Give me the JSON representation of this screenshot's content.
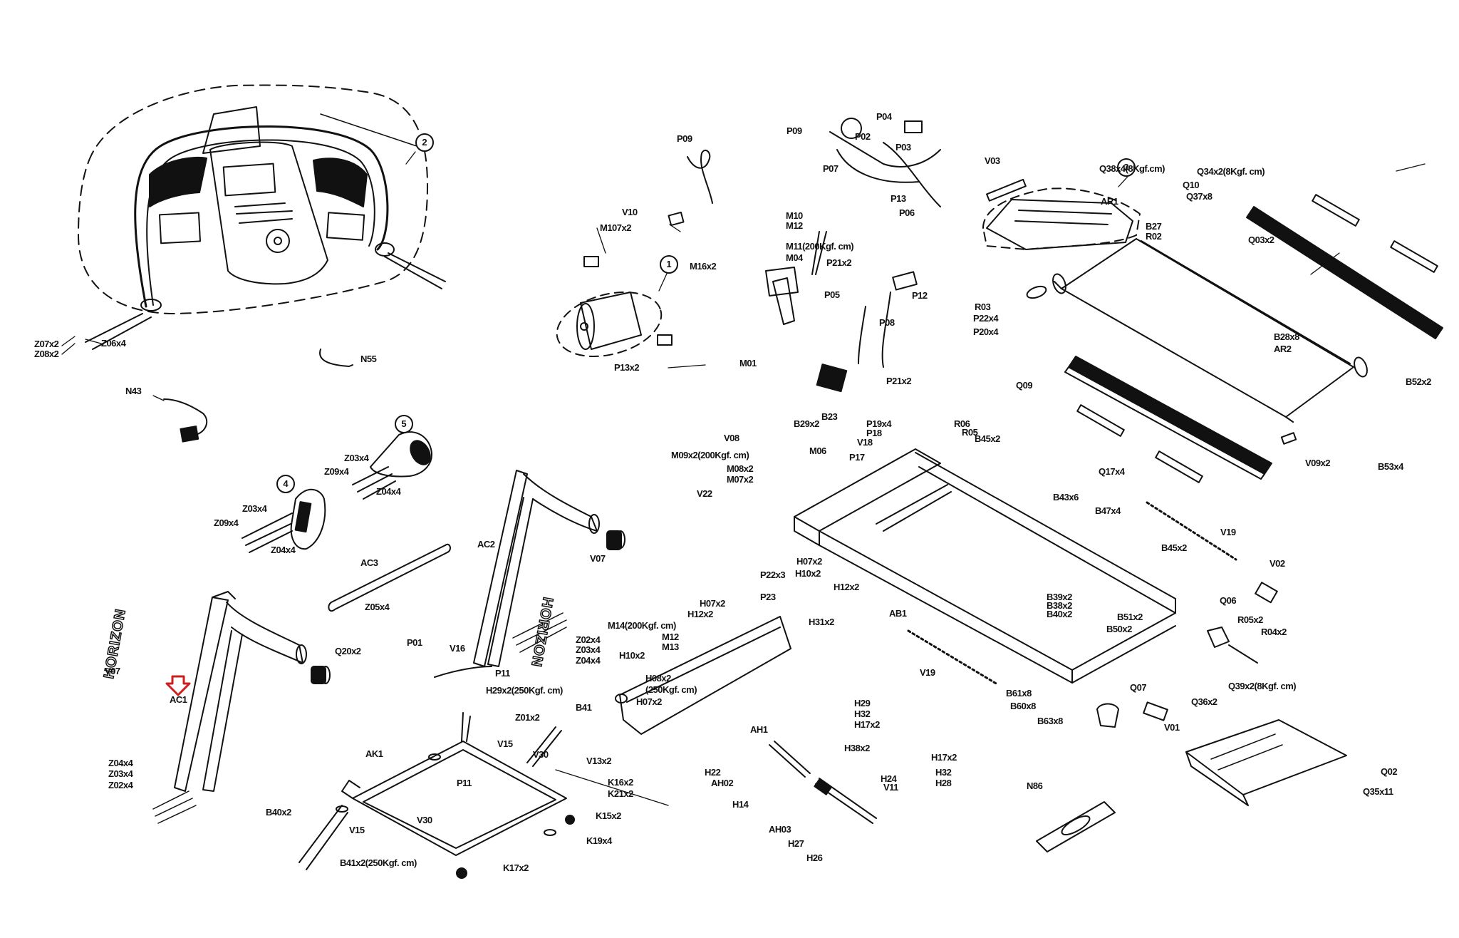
{
  "diagram": {
    "title": "Treadmill exploded parts diagram",
    "highlight_color": "#cc1f1f",
    "line_color": "#111111",
    "highlight": {
      "part": "AC1",
      "icon": "arrow-down-outline-icon"
    },
    "assembly_callouts": [
      "1",
      "2",
      "3",
      "4",
      "5"
    ],
    "brand_text": "HORIZON",
    "labels": {
      "z07x2": "Z07x2",
      "z08x2": "Z08x2",
      "z06x4_console": "Z06x4",
      "n55": "N55",
      "n43": "N43",
      "z03x4_a": "Z03x4",
      "z09x4_a": "Z09x4",
      "z04x4_a": "Z04x4",
      "z03x4_b": "Z03x4",
      "z09x4_b": "Z09x4",
      "z04x4_b": "Z04x4",
      "ac3": "AC3",
      "z05x4": "Z05x4",
      "ac2": "AC2",
      "v07_right": "V07",
      "z02x4_r": "Z02x4",
      "z03x4_r": "Z03x4",
      "z04x4_r": "Z04x4",
      "p01": "P01",
      "v16": "V16",
      "p11": "P11",
      "q20x2": "Q20x2",
      "v07_left": "V07",
      "ac1": "AC1",
      "z04x4_l": "Z04x4",
      "z03x4_l": "Z03x4",
      "z02x4_l": "Z02x4",
      "h29x2": "H29x2(250Kgf. cm)",
      "z01x2": "Z01x2",
      "b41": "B41",
      "v15_a": "V15",
      "v30_a": "V30",
      "v13x2": "V13x2",
      "ak1": "AK1",
      "p11_b": "P11",
      "k16x2": "K16x2",
      "k21x2": "K21x2",
      "k15x2": "K15x2",
      "k19x4": "K19x4",
      "b40x2": "B40x2",
      "v15_b": "V15",
      "v30_b": "V30",
      "b41x2": "B41x2(250Kgf. cm)",
      "k17x2": "K17x2",
      "p09_a": "P09",
      "v10": "V10",
      "m107x2": "M107x2",
      "p13x2": "P13x2",
      "p09_b": "P09",
      "p02": "P02",
      "p04": "P04",
      "p07": "P07",
      "p03": "P03",
      "p13": "P13",
      "p06_a": "P06",
      "m10": "M10",
      "m12_a": "M12",
      "m11": "M11(200Kgf. cm)",
      "m04": "M04",
      "m16x2": "M16x2",
      "p21x2_a": "P21x2",
      "p12": "P12",
      "p05": "P05",
      "p08": "P08",
      "m01": "M01",
      "p21x2_b": "P21x2",
      "v03": "V03",
      "q38x4": "Q38x4(8Kgf.cm)",
      "q34x2": "Q34x2(8Kgf. cm)",
      "q10": "Q10",
      "q37x8": "Q37x8",
      "ar1": "AR1",
      "b27": "B27",
      "r02": "R02",
      "q03x2": "Q03x2",
      "r03": "R03",
      "p22x4": "P22x4",
      "p20x4": "P20x4",
      "b28x8": "B28x8",
      "ar2": "AR2",
      "q09": "Q09",
      "b52x2": "B52x2",
      "v08": "V08",
      "b29x2": "B29x2",
      "b23": "B23",
      "p19x4": "P19x4",
      "p18": "P18",
      "r06": "R06",
      "r05": "R05",
      "b45x2_a": "B45x2",
      "m09x2": "M09x2(200Kgf. cm)",
      "m06": "M06",
      "v18": "V18",
      "p17": "P17",
      "m08x2": "M08x2",
      "m07x2": "M07x2",
      "v22": "V22",
      "q17x4": "Q17x4",
      "v09x2": "V09x2",
      "b53x4": "B53x4",
      "b43x6": "B43x6",
      "b47x4": "B47x4",
      "v19_a": "V19",
      "b45x2_b": "B45x2",
      "v02": "V02",
      "p22x3": "P22x3",
      "p23": "P23",
      "h07x2_a": "H07x2",
      "h10x2_a": "H10x2",
      "h12x2_a": "H12x2",
      "ab1": "AB1",
      "b39x2": "B39x2",
      "b38x2": "B38x2",
      "b40x2_b": "B40x2",
      "b51x2": "B51x2",
      "b50x2": "B50x2",
      "q06": "Q06",
      "r05x2": "R05x2",
      "r04x2": "R04x2",
      "q39x2": "Q39x2(8Kgf. cm)",
      "q36x2": "Q36x2",
      "m14": "M14(200Kgf. cm)",
      "m12_b": "M12",
      "m13": "M13",
      "h07x2_b": "H07x2",
      "h12x2_b": "H12x2",
      "h31x2": "H31x2",
      "h10x2_b": "H10x2",
      "h08x2": "H08x2",
      "h08x2_torque": "(250Kgf. cm)",
      "h07x2_c": "H07x2",
      "ah1": "AH1",
      "v19_b": "V19",
      "b61x8": "B61x8",
      "b60x8": "B60x8",
      "b63x8": "B63x8",
      "q07": "Q07",
      "v01": "V01",
      "h29": "H29",
      "h32_a": "H32",
      "h17x2_a": "H17x2",
      "h38x2": "H38x2",
      "h22": "H22",
      "ah02": "AH02",
      "h14": "H14",
      "h24": "H24",
      "v11": "V11",
      "h17x2_b": "H17x2",
      "h32_b": "H32",
      "h28": "H28",
      "ah03": "AH03",
      "h27": "H27",
      "h26": "H26",
      "n86": "N86",
      "q02": "Q02",
      "q35x11": "Q35x11"
    }
  }
}
